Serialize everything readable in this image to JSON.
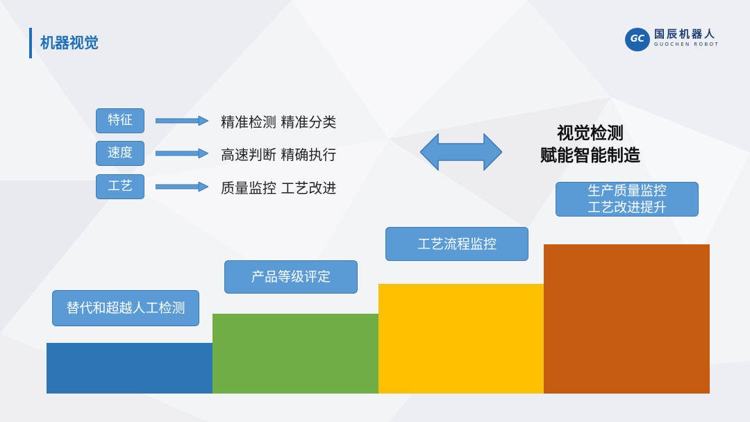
{
  "slide": {
    "title": "机器视觉"
  },
  "logo": {
    "mark": "GC",
    "name_cn": "国辰机器人",
    "name_en": "GUOCHEN ROBOT"
  },
  "features": [
    {
      "tag": "特征",
      "text": "精准检测 精准分类"
    },
    {
      "tag": "速度",
      "text": "高速判断 精确执行"
    },
    {
      "tag": "工艺",
      "text": "质量监控 工艺改进"
    }
  ],
  "main_statement": {
    "line1": "视觉检测",
    "line2": "赋能智能制造"
  },
  "steps": [
    {
      "label": "替代和超越人工检测",
      "color": "#2e75b6"
    },
    {
      "label": "产品等级评定",
      "color": "#70ad47"
    },
    {
      "label": "工艺流程监控",
      "color": "#ffc000"
    },
    {
      "label_line1": "生产质量监控",
      "label_line2": "工艺改进提升",
      "color": "#c55a11"
    }
  ]
}
